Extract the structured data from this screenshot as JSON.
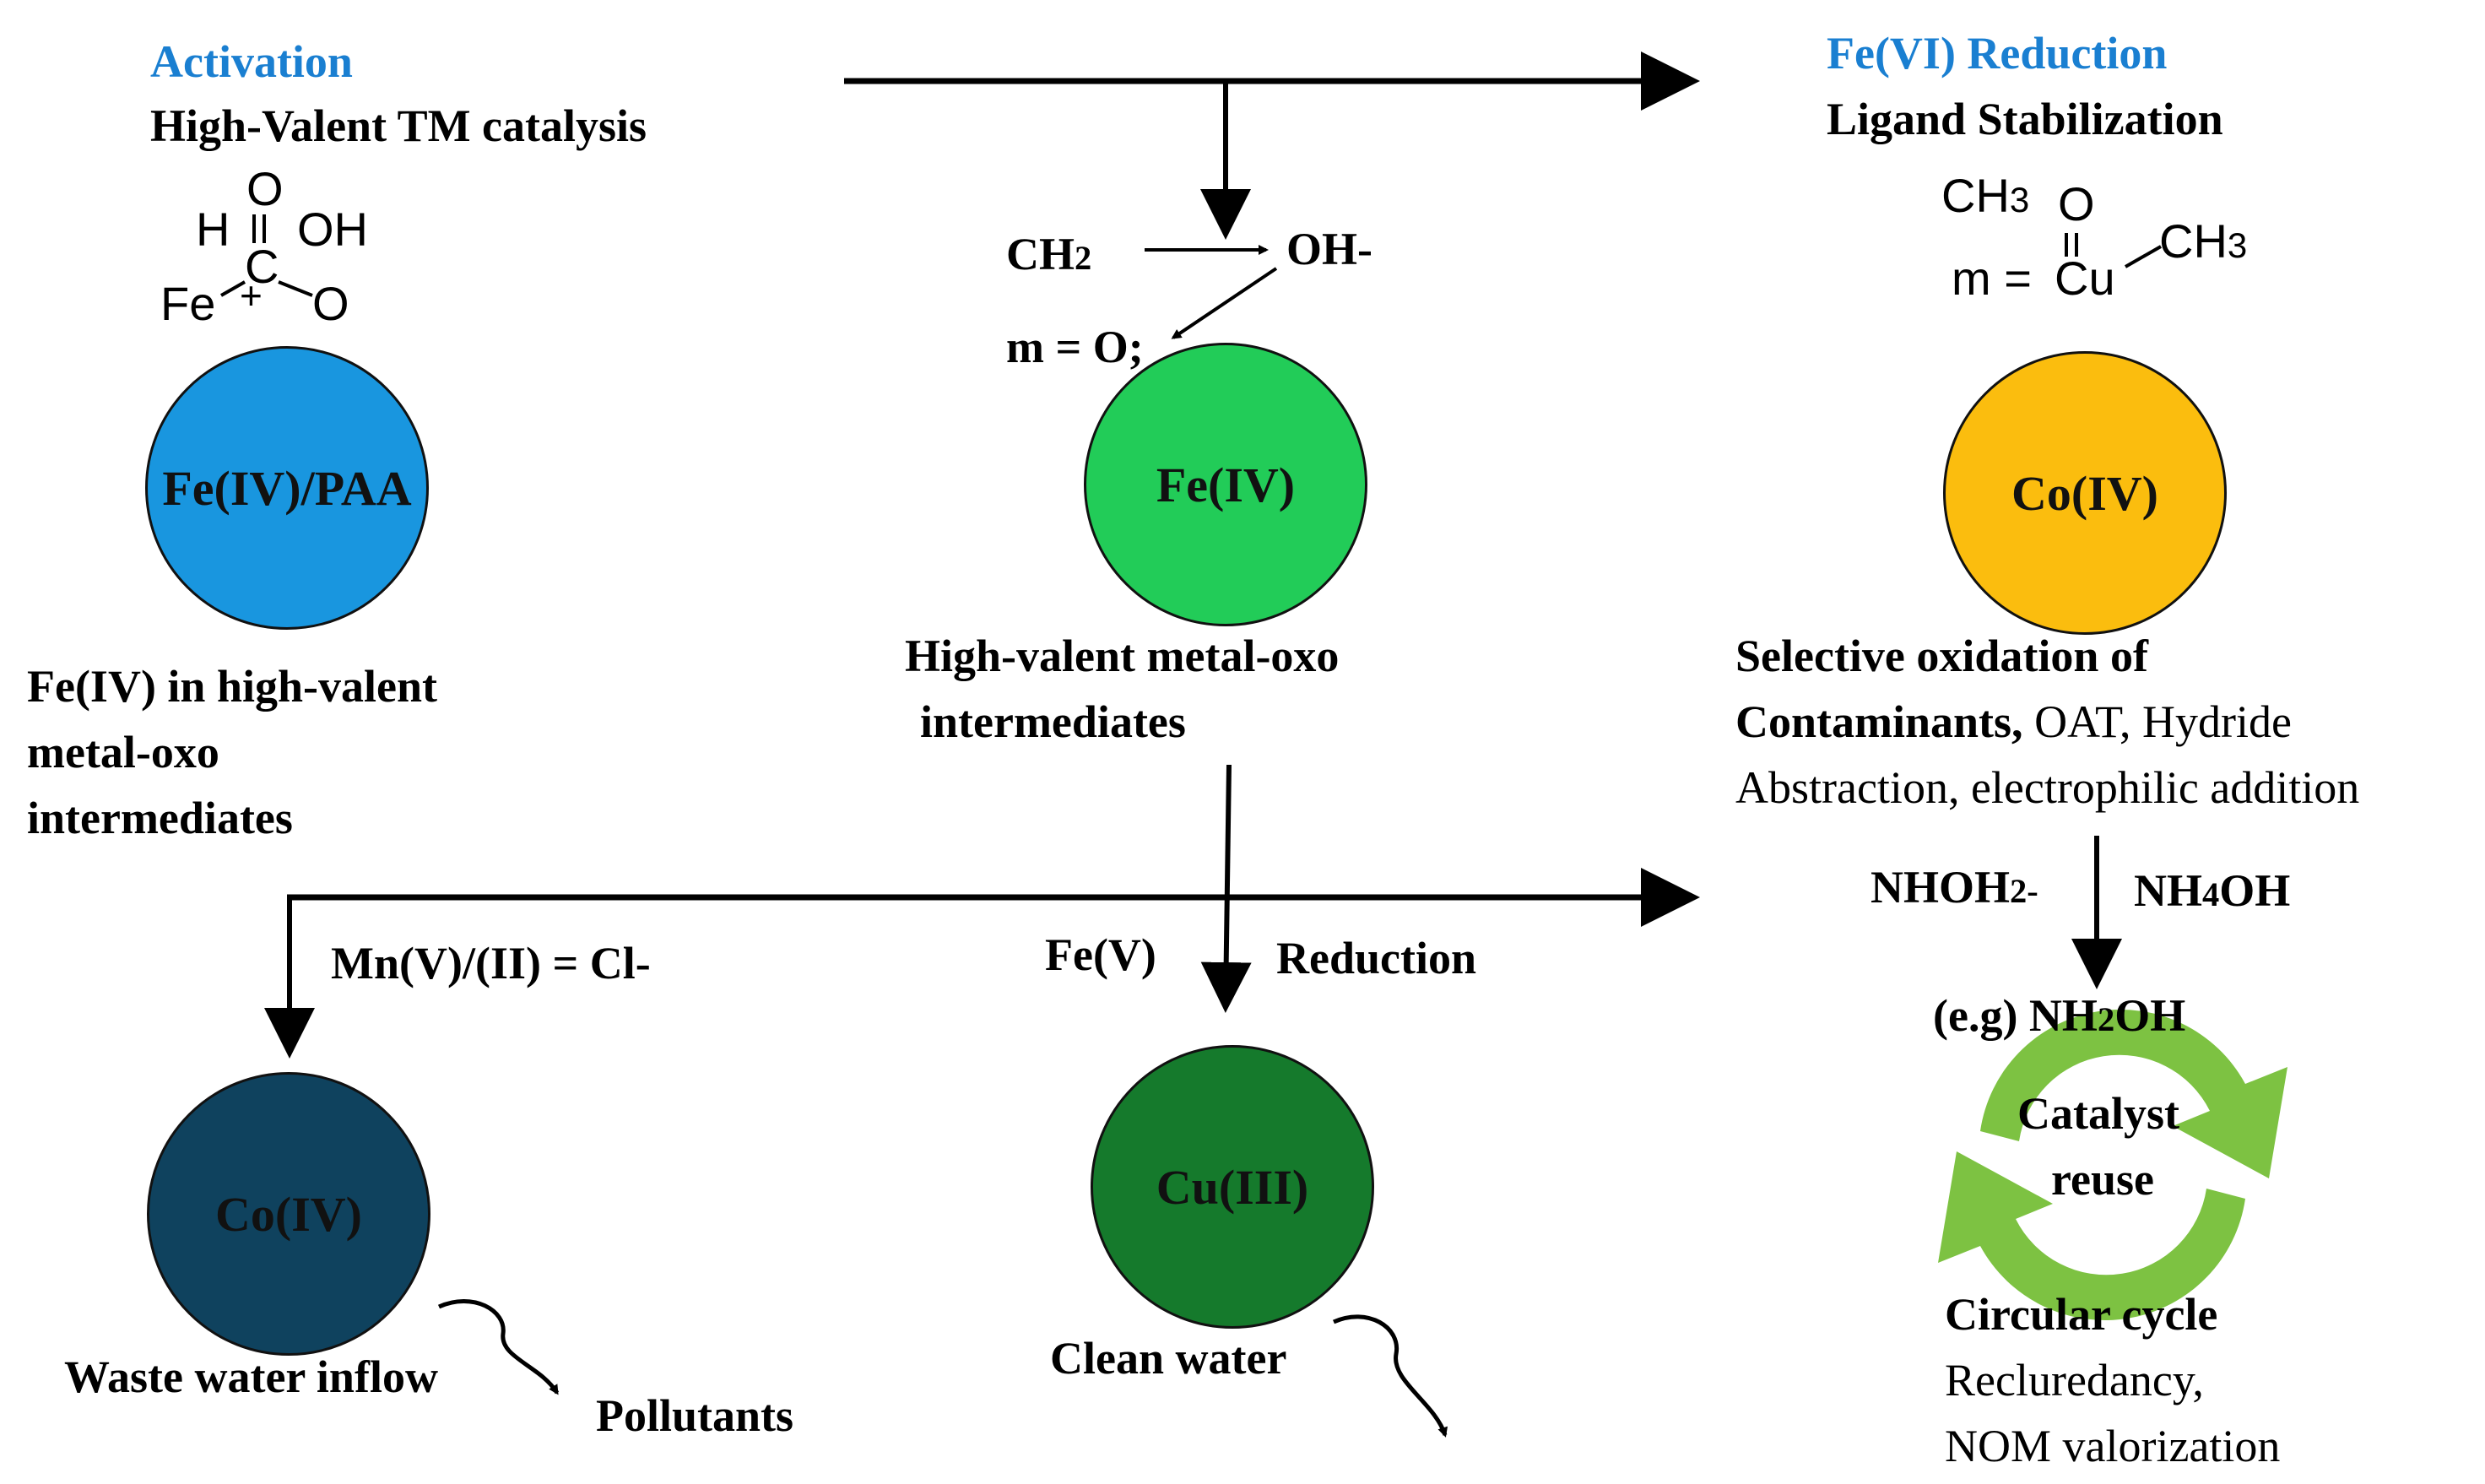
{
  "left_column": {
    "heading": "Activation",
    "subheading": "High-Valent TM catalysis",
    "structure": {
      "h": "H",
      "o_top": "O",
      "oh": "OH",
      "c": "C",
      "fe": "Fe",
      "plus": "+",
      "o": "O"
    },
    "circle_label": "Fe(IV)/PAA",
    "caption_line1": "Fe(IV) in high-valent",
    "caption_line2": "metal-oxo",
    "caption_line3": "intermediates"
  },
  "center_column": {
    "ch": "CH",
    "ch_sub": "2",
    "oh_minus": "OH-",
    "m_eq_o": "m = O;",
    "circle_label": "Fe(IV)",
    "caption_line1": "High-valent metal-oxo",
    "caption_line2": "intermediates"
  },
  "right_column": {
    "heading": "Fe(VI) Reduction",
    "subheading": "Ligand Stabilization",
    "structure": {
      "ch3_left": "CH",
      "ch3_left_sub": "3",
      "o": "O",
      "m_eq": "m =",
      "cu": "Cu",
      "ch3_right": "CH",
      "ch3_right_sub": "3"
    },
    "circle_label": "Co(IV)",
    "caption_line1": "Selective oxidation of",
    "caption_line2_bold": "Contaminants,",
    "caption_line2_rest": " OAT, Hydride",
    "caption_line3": "Abstraction, electrophilic addition"
  },
  "reagents": {
    "left_main": "NHOH",
    "left_sub": "2",
    "left_suffix": "-",
    "right_pre": "NH",
    "right_sub": "4",
    "right_suffix": "OH",
    "example_pre": "(e.g) NH",
    "example_sub": "2",
    "example_suffix": "OH"
  },
  "bottom_left": {
    "branch_label": "Mn(V)/(II) = Cl-",
    "circle_label": "Co(IV)",
    "inflow_label": "Waste water inflow",
    "pollutants_label": "Pollutants"
  },
  "bottom_center": {
    "fe_v_label": "Fe(V)",
    "reduction_label": "Reduction",
    "circle_label": "Cu(III)",
    "clean_water_label": "Clean water"
  },
  "cycle": {
    "center_line1": "Catalyst",
    "center_line2": "reuse",
    "title": "Circular cycle",
    "line1": "Recluredancy,",
    "line2": "NOM valorization"
  },
  "colors": {
    "heading": "#1a7fd1",
    "fe_paa_circle": "#1996df",
    "fe_iv_circle": "#22cc58",
    "co_iv_top_circle": "#fbbd0e",
    "co_iv_bottom_circle": "#0f425e",
    "cu_iii_circle": "#157a2c",
    "cycle_green": "#7dc242"
  }
}
